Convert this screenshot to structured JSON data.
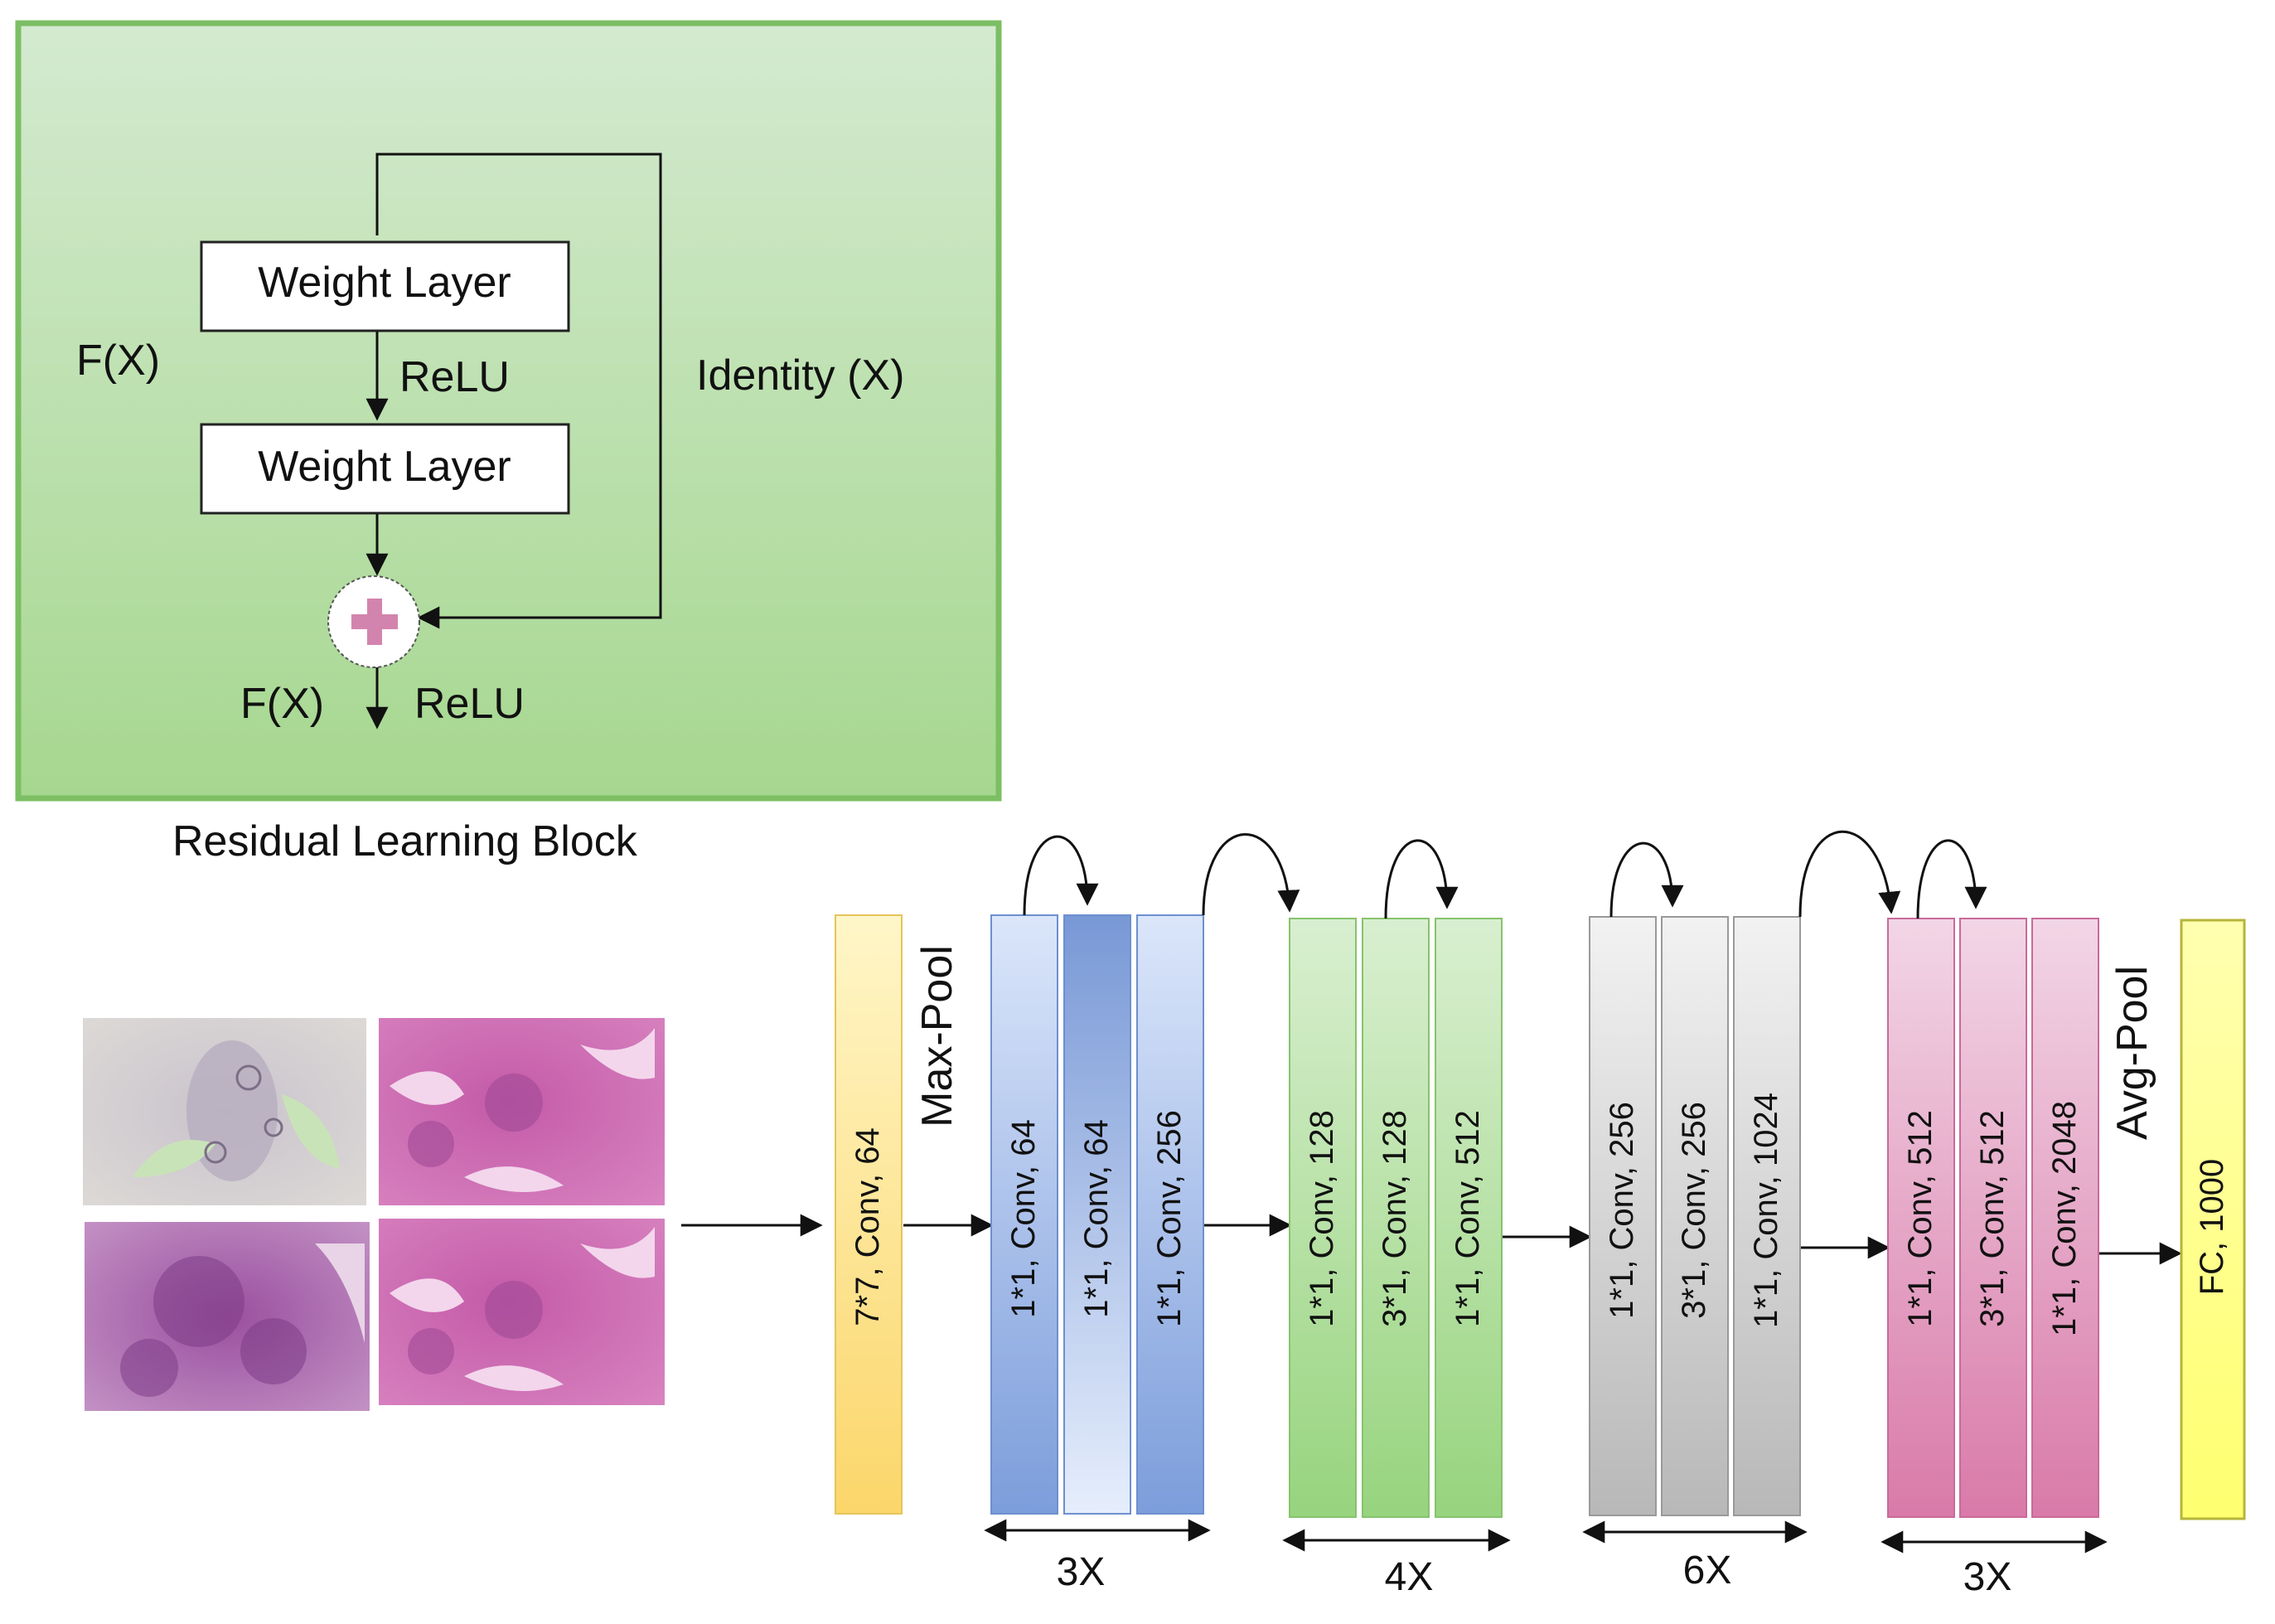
{
  "residual_block": {
    "caption": "Residual Learning Block",
    "weight_layer_1": "Weight Layer",
    "weight_layer_2": "Weight Layer",
    "fx_left": "F(X)",
    "relu_middle": "ReLU",
    "identity": "Identity (X)",
    "fx_bottom": "F(X)",
    "relu_bottom": "ReLU",
    "background_top": "#d4ead0",
    "background_bottom": "#a6d78f",
    "border_color": "#7cbf63"
  },
  "input_images": [
    {
      "name": "histology-tile-1",
      "tone": "light"
    },
    {
      "name": "histology-tile-2",
      "tone": "pink"
    },
    {
      "name": "histology-tile-3",
      "tone": "purple"
    },
    {
      "name": "histology-tile-4",
      "tone": "pink"
    }
  ],
  "network": {
    "stem_conv": "7*7, Conv, 64",
    "max_pool": "Max-Pool",
    "avg_pool": "Avg-Pool",
    "fc": "FC, 1000",
    "stages": [
      {
        "layers": [
          "1*1, Conv, 64",
          "1*1, Conv, 64",
          "1*1, Conv, 256"
        ],
        "repeat": "3X",
        "color": "#8fb0e6"
      },
      {
        "layers": [
          "1*1, Conv, 128",
          "3*1, Conv, 128",
          "1*1, Conv, 512"
        ],
        "repeat": "4X",
        "color": "#a3d98d"
      },
      {
        "layers": [
          "1*1, Conv, 256",
          "3*1, Conv, 256",
          "1*1, Conv, 1024"
        ],
        "repeat": "6X",
        "color": "#c8c8c8"
      },
      {
        "layers": [
          "1*1, Conv, 512",
          "3*1, Conv, 512",
          "1*1, Conv, 2048"
        ],
        "repeat": "3X",
        "color": "#e08fb8"
      }
    ],
    "colors": {
      "stem": "#fbd66a",
      "fc": "#ffff88",
      "blue_light": "#e2ebfb",
      "blue_dark": "#7898d6"
    }
  }
}
